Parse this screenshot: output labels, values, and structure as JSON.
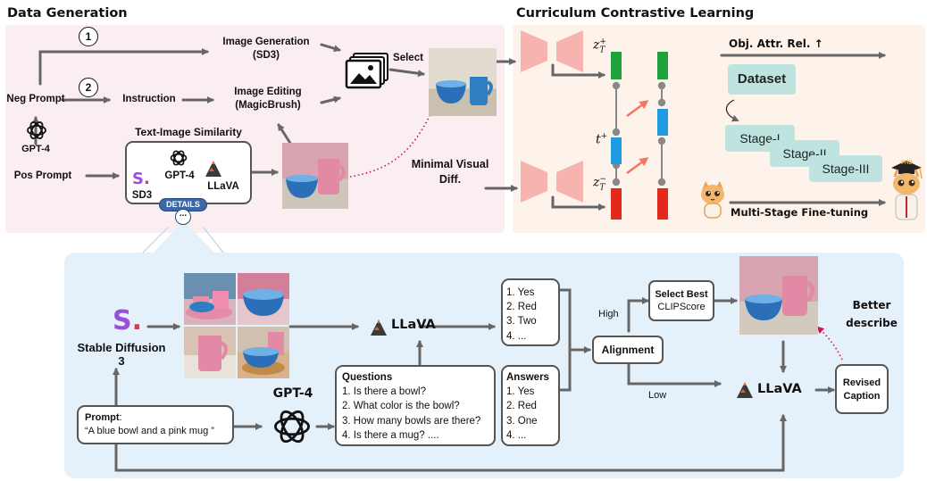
{
  "sections": {
    "data_generation": "Data Generation",
    "curriculum": "Curriculum Contrastive Learning"
  },
  "top": {
    "step1": "1",
    "step2": "2",
    "image_generation": "Image Generation",
    "image_generation_model": "(SD3)",
    "instruction": "Instruction",
    "image_editing": "Image Editing",
    "image_editing_model": "(MagicBrush)",
    "neg_prompt": "Neg Prompt",
    "pos_prompt": "Pos Prompt",
    "gpt4_left": "GPT-4",
    "select": "Select",
    "text_image_similarity": "Text-Image Similarity",
    "sd3": "SD3",
    "gpt4_box": "GPT-4",
    "llava_box": "LLaVA",
    "details": "DETAILS",
    "details_more": "...",
    "minimal_visual_diff": "Minimal Visual",
    "minimal_visual_diff2": "Diff."
  },
  "curriculum": {
    "z_pos": "z",
    "z_pos_sub": "T",
    "z_pos_sup": "+",
    "t_pos": "t",
    "t_pos_sup": "+",
    "z_neg": "z",
    "z_neg_sub": "T",
    "z_neg_sup": "−",
    "obj_attr_rel": "Obj. Attr. Rel. ↑",
    "dataset": "Dataset",
    "stage1": "Stage-I",
    "stage2": "Stage-II",
    "stage3": "Stage-III",
    "multi_stage": "Multi-Stage Fine-tuning",
    "phd_hat": "PHD"
  },
  "details": {
    "sd_logo": "S.",
    "stable_diffusion": "Stable Diffusion 3",
    "llava_mid": "LLaVA",
    "llava_bottom": "LLaVA",
    "gpt4": "GPT-4",
    "prompt_label": "Prompt",
    "prompt_colon": ":",
    "prompt_text": "“A blue bowl and a pink mug ”",
    "questions_title": "Questions",
    "questions": [
      "1.  Is there a bowl?",
      "2.  What color is the bowl?",
      "3.  How many bowls are there?",
      "4.  Is there a mug? ...."
    ],
    "llava_answers": [
      "1.  Yes",
      "2.  Red",
      "3.  Two",
      "4.  ..."
    ],
    "answers_title": "Answers",
    "answers": [
      "1.  Yes",
      "2.  Red",
      "3.  One",
      "4.  ..."
    ],
    "alignment": "Alignment",
    "high": "High",
    "low": "Low",
    "select_best": "Select Best",
    "clipscore": "CLIPScore",
    "better": "Better",
    "describe": "describe",
    "revised": "Revised",
    "caption": "Caption"
  },
  "colors": {
    "pink_panel": "#fbeef1",
    "peach_panel": "#fdf3eb",
    "blue_panel": "#e5f1fa",
    "bar_green": "#1fa13c",
    "bar_blue": "#1f9be0",
    "bar_red": "#e2291c",
    "encoder": "#f7b3ae",
    "stage": "#bfe3df",
    "arrow": "#666666",
    "red_arrow": "#f07a5c",
    "dotted": "#c8184f"
  }
}
